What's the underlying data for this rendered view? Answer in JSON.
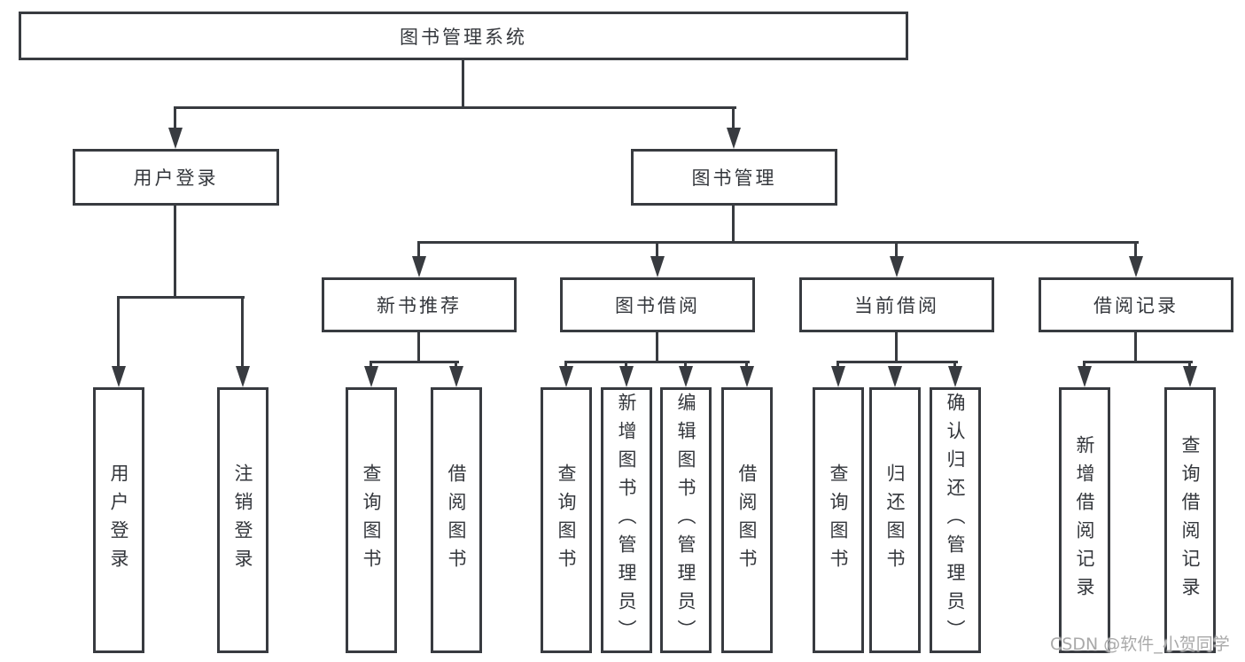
{
  "diagram": {
    "title": "图书管理系统",
    "level2": {
      "user_login": "用户登录",
      "book_mgmt": "图书管理"
    },
    "level3": {
      "new_books": "新书推荐",
      "book_borrow": "图书借阅",
      "current_borrow": "当前借阅",
      "borrow_records": "借阅记录"
    },
    "leaves": {
      "user_login_login": "用户登录",
      "user_login_logout": "注销登录",
      "new_books_query": "查询图书",
      "new_books_borrow": "借阅图书",
      "borrow_query": "查询图书",
      "borrow_add": "新增图书（管理员）",
      "borrow_edit": "编辑图书（管理员）",
      "borrow_borrow": "借阅图书",
      "current_query": "查询图书",
      "current_return": "归还图书",
      "current_confirm": "确认归还（管理员）",
      "records_add": "新增借阅记录",
      "records_query": "查询借阅记录"
    }
  },
  "watermark": {
    "text": "CSDN @软件_小贺同学"
  },
  "colors": {
    "line": "#383b40",
    "box_border": "#383b40",
    "text": "#34373c",
    "watermark_text": "#a9a9a9",
    "background": "#ffffff"
  }
}
